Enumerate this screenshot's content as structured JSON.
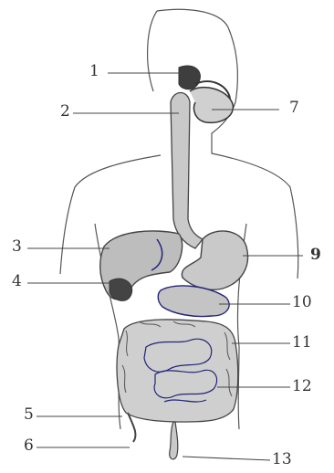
{
  "labels": {
    "l1": "1",
    "l2": "2",
    "l3": "3",
    "l4": "4",
    "l5": "5",
    "l6": "6",
    "l7": "7",
    "l9": "9",
    "l10": "10",
    "l11": "11",
    "l12": "12",
    "l13": "13"
  },
  "colors": {
    "outline": "#4a4a4a",
    "organ_fill": "#c9c9c9",
    "dark_fill": "#555555",
    "accent": "#23237a"
  }
}
